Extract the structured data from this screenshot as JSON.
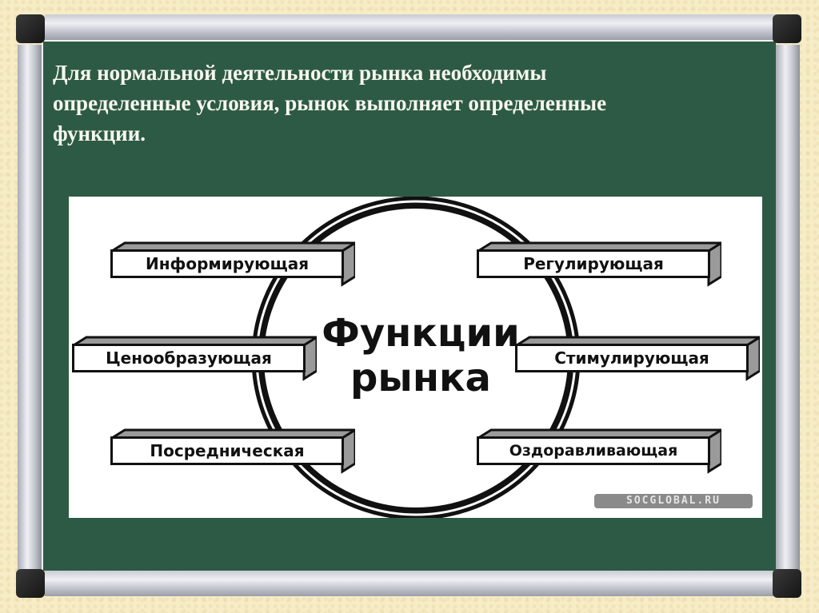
{
  "slide": {
    "heading": "Для нормальной деятельности рынка необходимы\nопределенные условия, рынок  выполняет определенные\nфункции.",
    "colors": {
      "board": "#2d5a44",
      "wall": "#f6ecc6",
      "heading_text": "#f7f7ef",
      "box_side": "#9a9a9a"
    }
  },
  "diagram": {
    "center_title_line1": "Функции",
    "center_title_line2": "рынка",
    "functions": [
      {
        "label": "Информирующая",
        "position": "top-left"
      },
      {
        "label": "Регулирующая",
        "position": "top-right"
      },
      {
        "label": "Ценообразующая",
        "position": "middle-left"
      },
      {
        "label": "Стимулирующая",
        "position": "middle-right"
      },
      {
        "label": "Посредническая",
        "position": "bottom-left"
      },
      {
        "label": "Оздоравливающая",
        "position": "bottom-right"
      }
    ],
    "watermark": "SOCGLOBAL.RU"
  }
}
